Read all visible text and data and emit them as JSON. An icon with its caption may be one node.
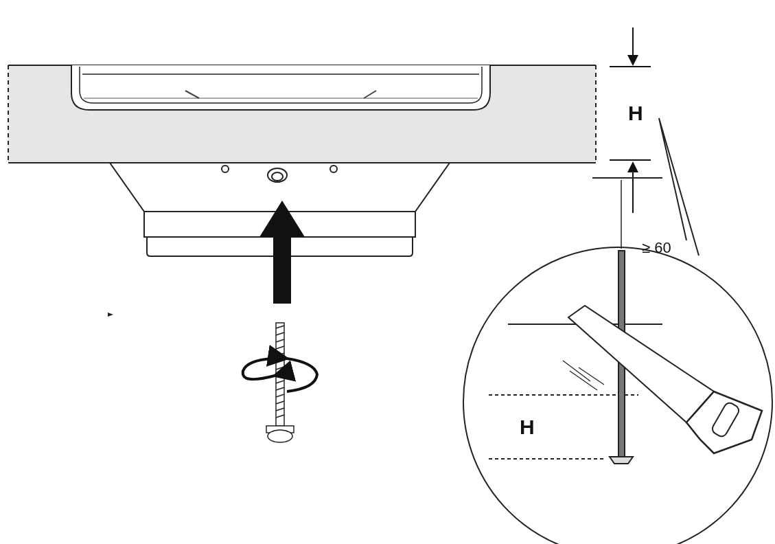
{
  "diagram": {
    "labels": [
      "H",
      "≥ 60",
      "H"
    ]
  }
}
